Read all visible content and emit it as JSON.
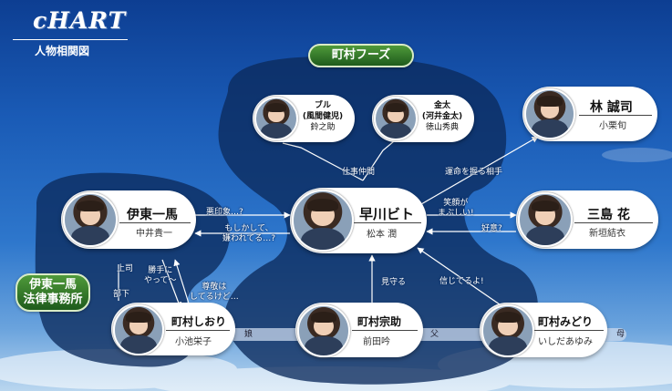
{
  "header": {
    "logo": "cHART",
    "subtitle": "人物相関図"
  },
  "groups": {
    "machimura_foods": "町村フーズ",
    "ito_law_office": [
      "伊東一馬",
      "法律事務所"
    ]
  },
  "people": {
    "buru": {
      "name": "ブル",
      "name_detail": "(風間健児)",
      "actor": "鈴之助"
    },
    "kinta": {
      "name": "金太",
      "name_detail": "(河井金太)",
      "actor": "徳山秀典"
    },
    "rin": {
      "name": "林 誠司",
      "actor": "小栗旬"
    },
    "ito": {
      "name": "伊東一馬",
      "actor": "中井貴一"
    },
    "hayakawa": {
      "name": "早川ビト",
      "actor": "松本 潤"
    },
    "mishima": {
      "name": "三島 花",
      "actor": "新垣結衣"
    },
    "shiori": {
      "name": "町村しおり",
      "actor": "小池栄子"
    },
    "sosuke": {
      "name": "町村宗助",
      "actor": "前田吟"
    },
    "midori": {
      "name": "町村みどり",
      "actor": "いしだあゆみ"
    }
  },
  "relations": {
    "coworkers": "仕事仲間",
    "fate_holder": "運命を握る相手",
    "bad_impression": "悪印象…?",
    "suspicious": [
      "もしかして、",
      "嫌われてる…?"
    ],
    "dazzling_smile": [
      "笑顔が",
      "まぶしい!"
    ],
    "crush": "好意?",
    "watching_over": "見守る",
    "believe_in_you": "信じてるよ!",
    "on_a_whim": [
      "勝手に",
      "やって〜"
    ],
    "respect": [
      "尊敬は",
      "してるけど…"
    ],
    "boss": "上司",
    "subordinate": "部下",
    "daughter": "娘",
    "father": "父",
    "mother": "母"
  },
  "colors": {
    "sky_top": "#0d3e92",
    "group_region": "#0b2a5c",
    "group_tag_green": "#2f6e28",
    "card_background": "#ffffff"
  }
}
